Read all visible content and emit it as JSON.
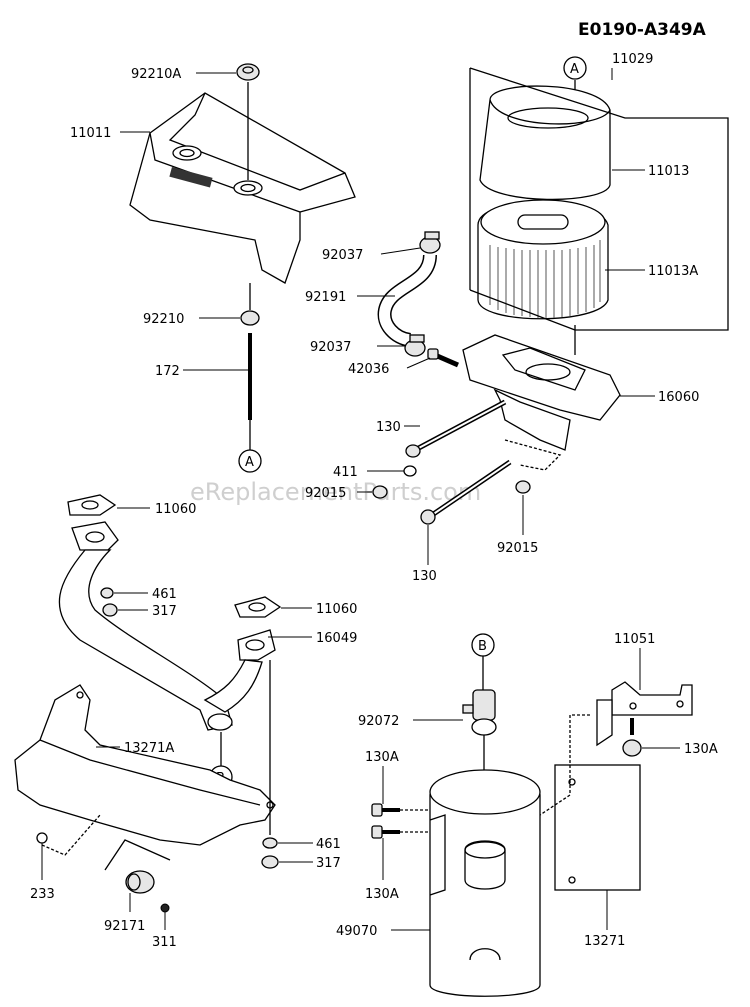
{
  "diagram_code": "E0190-A349A",
  "watermark": "eReplacementParts.com",
  "references": {
    "a": "A",
    "b": "B"
  },
  "parts": {
    "p92210A": "92210A",
    "p11011": "11011",
    "p92210": "92210",
    "p172": "172",
    "p11029": "11029",
    "p11013": "11013",
    "p11013A": "11013A",
    "p92037_top": "92037",
    "p92191": "92191",
    "p92037_bot": "92037",
    "p42036": "42036",
    "p16060": "16060",
    "p130_top": "130",
    "p411": "411",
    "p92015_left": "92015",
    "p92015_right": "92015",
    "p130_bot": "130",
    "p11060_top": "11060",
    "p461_top": "461",
    "p317_top": "317",
    "p11060_mid": "11060",
    "p16049": "16049",
    "p13271A": "13271A",
    "p461_bot": "461",
    "p317_bot": "317",
    "p233": "233",
    "p92171": "92171",
    "p311": "311",
    "p11051": "11051",
    "p92072": "92072",
    "p130A_left_top": "130A",
    "p130A_right": "130A",
    "p130A_left_bot": "130A",
    "p49070": "49070",
    "p13271": "13271"
  }
}
